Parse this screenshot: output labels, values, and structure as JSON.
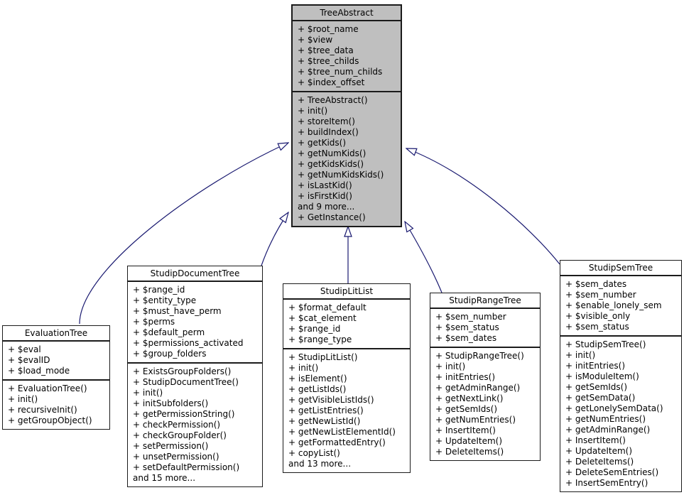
{
  "colors": {
    "edge": "#191970",
    "border": "#1b1b1b",
    "base_class_fill": "#bfbfbf",
    "derived_class_fill": "#ffffff",
    "text": "#000000",
    "background": "#ffffff"
  },
  "classes": [
    {
      "name": "TreeAbstract",
      "attributes": [
        "+ $root_name",
        "+ $view",
        "+ $tree_data",
        "+ $tree_childs",
        "+ $tree_num_childs",
        "+ $index_offset"
      ],
      "methods": [
        "+ TreeAbstract()",
        "+ init()",
        "+ storeItem()",
        "+ buildIndex()",
        "+ getKids()",
        "+ getNumKids()",
        "+ getKidsKids()",
        "+ getNumKidsKids()",
        "+ isLastKid()",
        "+ isFirstKid()",
        "and 9 more...",
        "+ GetInstance()"
      ]
    },
    {
      "name": "EvaluationTree",
      "attributes": [
        "+ $eval",
        "+ $evalID",
        "+ $load_mode"
      ],
      "methods": [
        "+ EvaluationTree()",
        "+ init()",
        "+ recursiveInit()",
        "+ getGroupObject()"
      ]
    },
    {
      "name": "StudipDocumentTree",
      "attributes": [
        "+ $range_id",
        "+ $entity_type",
        "+ $must_have_perm",
        "+ $perms",
        "+ $default_perm",
        "+ $permissions_activated",
        "+ $group_folders"
      ],
      "methods": [
        "+ ExistsGroupFolders()",
        "+ StudipDocumentTree()",
        "+ init()",
        "+ initSubfolders()",
        "+ getPermissionString()",
        "+ checkPermission()",
        "+ checkGroupFolder()",
        "+ setPermission()",
        "+ unsetPermission()",
        "+ setDefaultPermission()",
        "and 15 more..."
      ]
    },
    {
      "name": "StudipLitList",
      "attributes": [
        "+ $format_default",
        "+ $cat_element",
        "+ $range_id",
        "+ $range_type"
      ],
      "methods": [
        "+ StudipLitList()",
        "+ init()",
        "+ isElement()",
        "+ getListIds()",
        "+ getVisibleListIds()",
        "+ getListEntries()",
        "+ getNewListId()",
        "+ getNewListElementId()",
        "+ getFormattedEntry()",
        "+ copyList()",
        "and 13 more..."
      ]
    },
    {
      "name": "StudipRangeTree",
      "attributes": [
        "+ $sem_number",
        "+ $sem_status",
        "+ $sem_dates"
      ],
      "methods": [
        "+ StudipRangeTree()",
        "+ init()",
        "+ initEntries()",
        "+ getAdminRange()",
        "+ getNextLink()",
        "+ getSemIds()",
        "+ getNumEntries()",
        "+ InsertItem()",
        "+ UpdateItem()",
        "+ DeleteItems()"
      ]
    },
    {
      "name": "StudipSemTree",
      "attributes": [
        "+ $sem_dates",
        "+ $sem_number",
        "+ $enable_lonely_sem",
        "+ $visible_only",
        "+ $sem_status"
      ],
      "methods": [
        "+ StudipSemTree()",
        "+ init()",
        "+ initEntries()",
        "+ isModuleItem()",
        "+ getSemIds()",
        "+ getSemData()",
        "+ getLonelySemData()",
        "+ getNumEntries()",
        "+ getAdminRange()",
        "+ InsertItem()",
        "+ UpdateItem()",
        "+ DeleteItems()",
        "+ DeleteSemEntries()",
        "+ InsertSemEntry()"
      ]
    }
  ],
  "edges": [
    {
      "from": "EvaluationTree",
      "to": "TreeAbstract"
    },
    {
      "from": "StudipDocumentTree",
      "to": "TreeAbstract"
    },
    {
      "from": "StudipLitList",
      "to": "TreeAbstract"
    },
    {
      "from": "StudipRangeTree",
      "to": "TreeAbstract"
    },
    {
      "from": "StudipSemTree",
      "to": "TreeAbstract"
    }
  ]
}
